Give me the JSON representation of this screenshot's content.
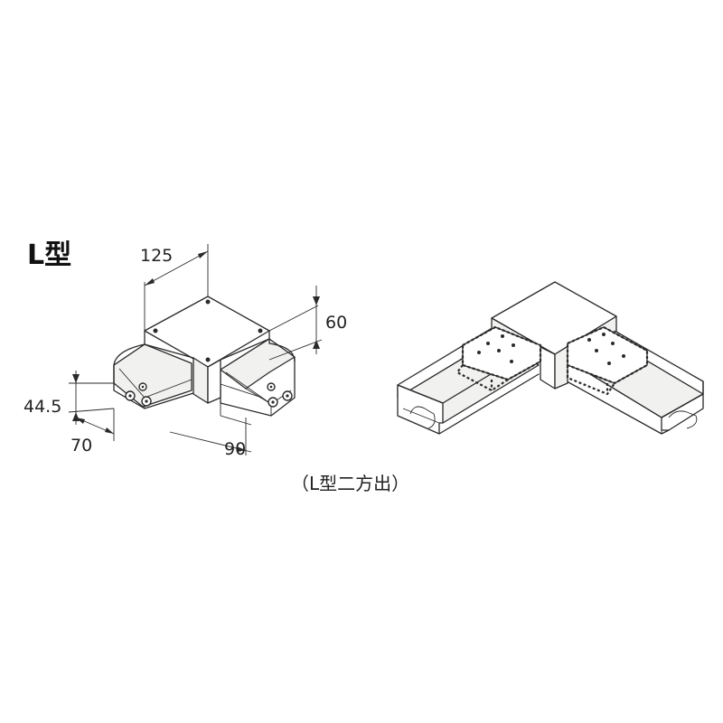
{
  "title": "L型",
  "caption": "（L型二方出）",
  "dimensions": {
    "top_width": "125",
    "height": "60",
    "side_height": "44.5",
    "side_depth": "70",
    "branch_width": "90"
  }
}
